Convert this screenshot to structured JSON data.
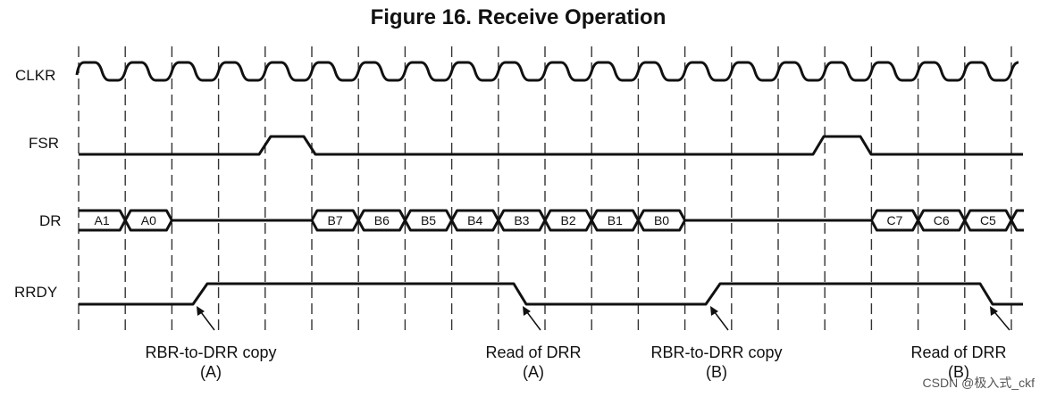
{
  "title": "Figure 16. Receive Operation",
  "signals": {
    "clkr": "CLKR",
    "fsr": "FSR",
    "dr": "DR",
    "rrdy": "RRDY"
  },
  "dr_cells": {
    "a1": "A1",
    "a0": "A0",
    "b7": "B7",
    "b6": "B6",
    "b5": "B5",
    "b4": "B4",
    "b3": "B3",
    "b2": "B2",
    "b1": "B1",
    "b0": "B0",
    "c7": "C7",
    "c6": "C6",
    "c5": "C5"
  },
  "annotations": {
    "copy_a": {
      "line1": "RBR-to-DRR copy",
      "line2": "(A)"
    },
    "read_a": {
      "line1": "Read of DRR",
      "line2": "(A)"
    },
    "copy_b": {
      "line1": "RBR-to-DRR copy",
      "line2": "(B)"
    },
    "read_b": {
      "line1": "Read of DRR",
      "line2": "(B)"
    }
  },
  "watermark": "CSDN @极入式_ckf"
}
